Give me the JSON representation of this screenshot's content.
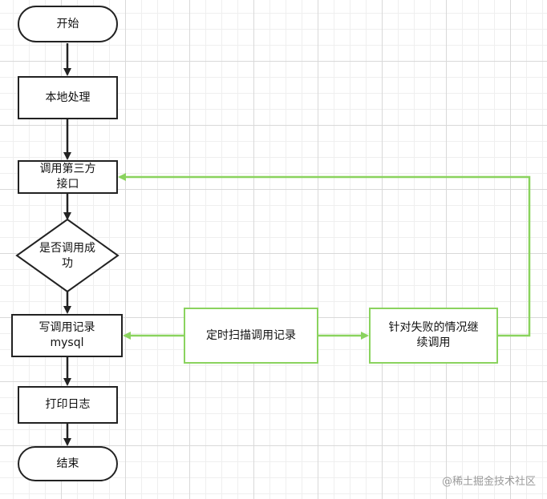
{
  "nodes": {
    "start": "开始",
    "local": "本地处理",
    "call_api": "调用第三方\n接口",
    "decision": "是否调用成\n功",
    "write_log": "写调用记录\nmysql",
    "print_log": "打印日志",
    "end": "结束",
    "scan": "定时扫描调用记录",
    "retry": "针对失败的情况继\n续调用"
  },
  "colors": {
    "black": "#222222",
    "green": "#8ad35e"
  },
  "watermark": "@稀土掘金技术社区"
}
